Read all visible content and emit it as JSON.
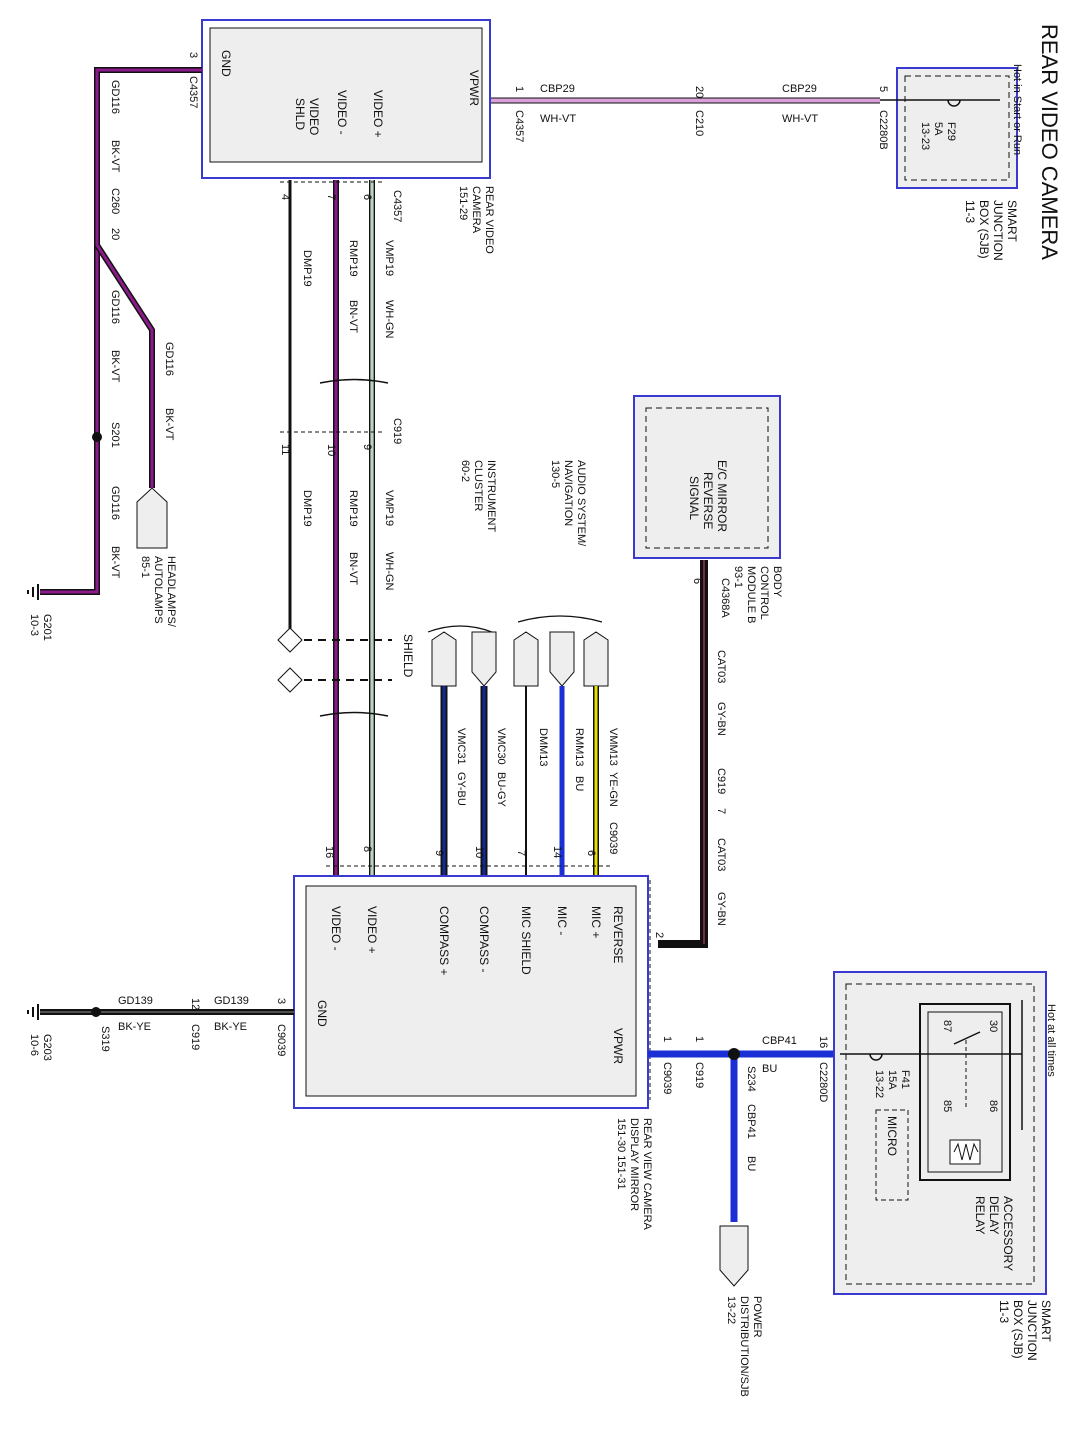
{
  "title": "REAR VIDEO CAMERA",
  "colors": {
    "background": "#ffffff",
    "wire_black": "#111111",
    "wire_purple": "#8b1a8b",
    "wire_blue": "#1a2fd6",
    "wire_navy": "#142a9c",
    "wire_pink": "#d9a0d9",
    "wire_yellow": "#e8e000",
    "wire_green": "#3aa34a",
    "wire_brown": "#7a2a3a",
    "module_border": "#3a3ad0",
    "module_fill": "#eeeeee"
  },
  "top_sjb": {
    "hot_note": "Hot in Start or Run",
    "fuse_id": "F29",
    "fuse_rating": "5A",
    "fuse_ref": "13-23",
    "name_lines": [
      "SMART",
      "JUNCTION",
      "BOX (SJB)",
      "11-3"
    ],
    "connector": "C2280B",
    "pin": "5"
  },
  "rear_camera": {
    "name_lines": [
      "REAR VIDEO",
      "CAMERA",
      "151-29"
    ],
    "pins": {
      "gnd": "GND",
      "vpwr": "VPWR",
      "video_plus": "VIDEO +",
      "video_minus": "VIDEO -",
      "video_shld_1": "VIDEO",
      "video_shld_2": "SHLD"
    },
    "power_connector": "C4357",
    "power_pin": "1",
    "gnd_connector": "C4357",
    "gnd_pin": "3",
    "signal_connector": "C4357",
    "signal_pins": [
      "4",
      "7",
      "6"
    ]
  },
  "power_wires": {
    "circuit": "CBP29",
    "color": "WH-VT",
    "inline_connector": "C210",
    "inline_pin": "20"
  },
  "ground_left": {
    "circuit": "GD116",
    "color": "BK-VT",
    "connector": "C260",
    "pin": "20",
    "splice": "S201",
    "headlamps_lines": [
      "HEADLAMPS/",
      "AUTOLAMPS",
      "85-1"
    ],
    "ground_id": "G201",
    "ground_ref": "10-3"
  },
  "video_wires": {
    "dmp": "DMP19",
    "rmp": "RMP19",
    "rmp_color": "BN-VT",
    "vmp": "VMP19",
    "vmp_color": "WH-GN",
    "inline_connector": "C919",
    "inline_pins": [
      "11",
      "10",
      "9"
    ],
    "shield_label": "SHIELD"
  },
  "references": {
    "instrument_lines": [
      "INSTRUMENT",
      "CLUSTER",
      "60-2"
    ],
    "audio_lines": [
      "AUDIO SYSTEM/",
      "NAVIGATION",
      "130-5"
    ]
  },
  "mirror_wires": [
    {
      "circuit": "VMC31",
      "color": "GY-BU",
      "pin": "9"
    },
    {
      "circuit": "VMC30",
      "color": "BU-GY",
      "pin": "10"
    },
    {
      "circuit": "DMM13",
      "color": "",
      "pin": "7"
    },
    {
      "circuit": "RMM13",
      "color": "BU",
      "pin": "14"
    },
    {
      "circuit": "VMM13",
      "color": "YE-GN",
      "pin": "6"
    }
  ],
  "mirror_connector": "C9039",
  "bcm": {
    "signal_lines": [
      "E/C MIRROR",
      "REVERSE",
      "SIGNAL"
    ],
    "name_lines": [
      "BODY",
      "CONTROL",
      "MODULE B",
      "93-1"
    ],
    "connector": "C4368A",
    "pin": "6",
    "circuit": "CAT03",
    "color": "GY-BN",
    "inline_connector": "C919",
    "inline_pin": "7"
  },
  "mirror": {
    "name_lines": [
      "REAR VIEW CAMERA",
      "DISPLAY MIRROR",
      "151-30  151-31"
    ],
    "pins": {
      "reverse": "REVERSE",
      "mic_plus": "MIC +",
      "mic_minus": "MIC -",
      "mic_shield": "MIC SHIELD",
      "compass_minus": "COMPASS -",
      "compass_plus": "COMPASS +",
      "video_plus": "VIDEO +",
      "video_minus": "VIDEO -",
      "gnd": "GND",
      "vpwr": "VPWR"
    },
    "video_pins": [
      "16",
      "8"
    ],
    "reverse_pin": "2",
    "gnd_pin": "3",
    "vpwr_pin": "1",
    "vpwr_connector": "C9039",
    "gnd_connector": "C9039"
  },
  "ground_bottom": {
    "circuit": "GD139",
    "color": "BK-YE",
    "inline_connector": "C919",
    "inline_pin": "12",
    "splice": "S319",
    "ground_id": "G203",
    "ground_ref": "10-6"
  },
  "bottom_power": {
    "circuit": "CBP41",
    "color": "BU",
    "inline_connector": "C919",
    "inline_pin": "1",
    "splice": "S234",
    "sjb_connector": "C2280D",
    "sjb_pin": "16",
    "pdb_lines": [
      "POWER",
      "DISTRIBUTION/SJB",
      "13-22"
    ]
  },
  "bottom_sjb": {
    "hot_note": "Hot at all times",
    "fuse_id": "F41",
    "fuse_rating": "15A",
    "fuse_ref": "13-22",
    "relay_pins": [
      "30",
      "87",
      "85",
      "86"
    ],
    "micro": "MICRO",
    "relay_lines": [
      "ACCESSORY",
      "DELAY",
      "RELAY"
    ],
    "name_lines": [
      "SMART",
      "JUNCTION",
      "BOX (SJB)",
      "11-3"
    ]
  }
}
